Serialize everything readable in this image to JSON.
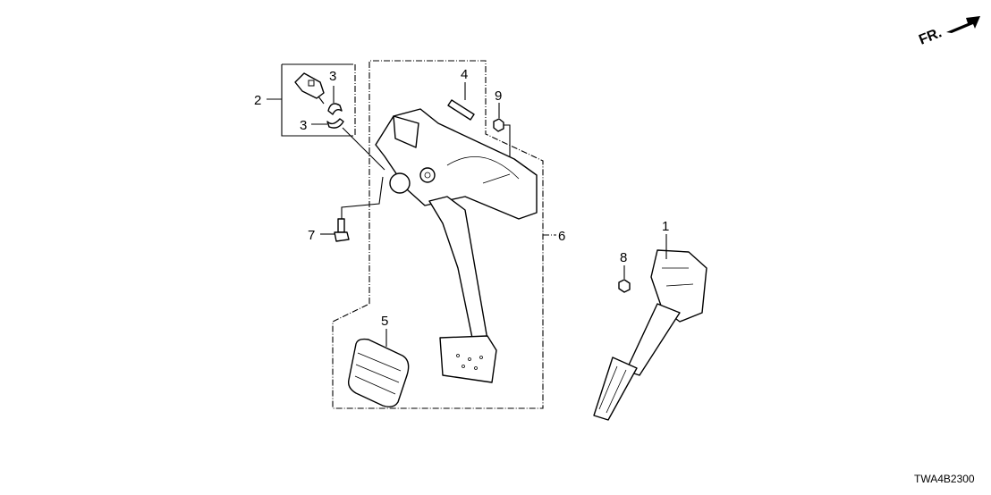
{
  "diagram": {
    "direction_badge": "FR.",
    "diagram_code": "TWA4B2300",
    "callouts": [
      {
        "id": "1",
        "label": "1"
      },
      {
        "id": "2",
        "label": "2"
      },
      {
        "id": "3a",
        "label": "3"
      },
      {
        "id": "3b",
        "label": "3"
      },
      {
        "id": "4",
        "label": "4"
      },
      {
        "id": "5",
        "label": "5"
      },
      {
        "id": "6",
        "label": "6"
      },
      {
        "id": "7",
        "label": "7"
      },
      {
        "id": "8",
        "label": "8"
      },
      {
        "id": "9",
        "label": "9"
      }
    ]
  }
}
